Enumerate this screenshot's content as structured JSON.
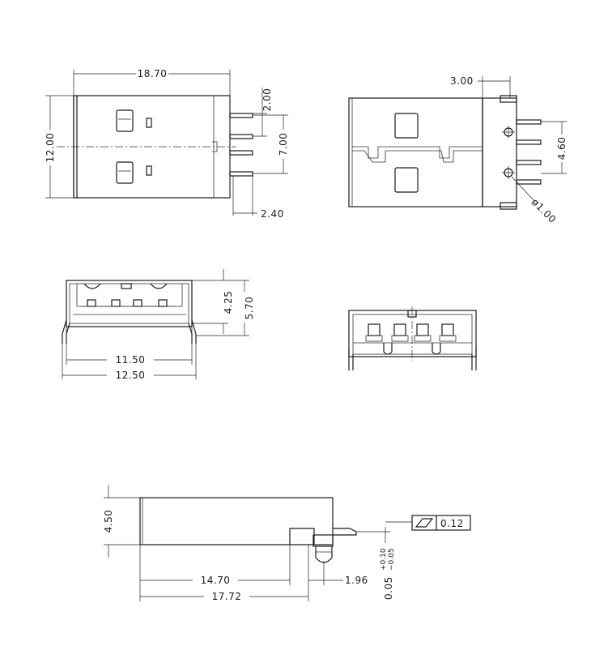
{
  "dimensions": {
    "top_length": "18.70",
    "top_height": "12.00",
    "pin_pitch": "2.00",
    "pin_span": "7.00",
    "pin_offset": "2.40",
    "side_offset": "3.00",
    "side_pitch": "4.60",
    "hole_dia": "ø1.00",
    "face_inner_h": "4.25",
    "face_outer_h": "5.70",
    "face_inner_w": "11.50",
    "face_outer_w": "12.50",
    "profile_h": "4.50",
    "body_len": "14.70",
    "tail_len": "1.96",
    "total_len": "17.72",
    "standoff": "0.05",
    "tol_plus": "+0.10",
    "tol_minus": "−0.05",
    "flatness": "0.12"
  },
  "colors": {
    "line": "#1a1a1a",
    "background": "#ffffff"
  }
}
